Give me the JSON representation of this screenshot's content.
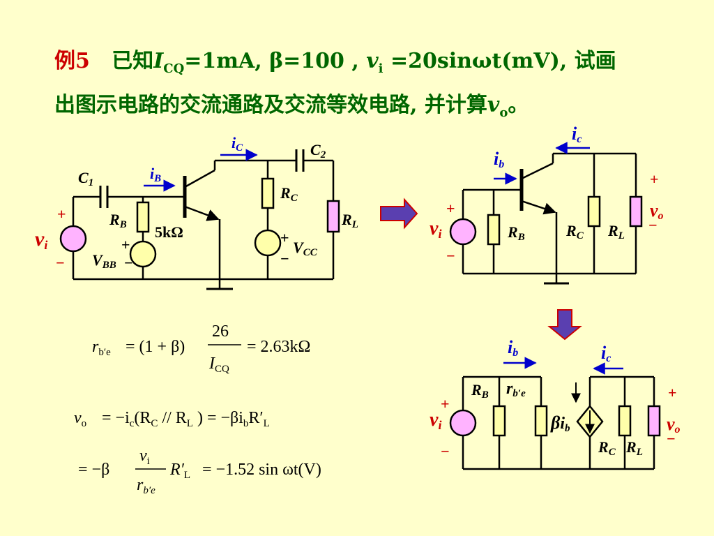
{
  "title": {
    "example": "例5",
    "prefix": "已知",
    "icq_sym": "I",
    "icq_sub": "CQ",
    "given": "=1mA, β=100 , ",
    "vi_sym": "v",
    "vi_sub": "i",
    "vi_expr": " =20sinωt(mV), 试画",
    "line2": "出图示电路的交流通路及交流等效电路, 并计算",
    "vo_sym": "v",
    "vo_sub": "o",
    "end": "。"
  },
  "circuit1": {
    "iC": "i",
    "iC_sub": "C",
    "C2": "C",
    "C2_sub": "2",
    "C1": "C",
    "C1_sub": "1",
    "iB": "i",
    "iB_sub": "B",
    "RB": "R",
    "RB_sub": "B",
    "RB_value": "5kΩ",
    "RC": "R",
    "RC_sub": "C",
    "RL": "R",
    "RL_sub": "L",
    "vi": "v",
    "vi_sub": "i",
    "plus": "+",
    "minus": "−",
    "VBB": "V",
    "VBB_sub": "BB",
    "VCC": "V",
    "VCC_sub": "CC"
  },
  "circuit2": {
    "ic": "i",
    "ic_sub": "c",
    "ib": "i",
    "ib_sub": "b",
    "vi": "v",
    "vi_sub": "i",
    "vo": "v",
    "vo_sub": "o",
    "RB": "R",
    "RB_sub": "B",
    "RC": "R",
    "RC_sub": "C",
    "RL": "R",
    "RL_sub": "L",
    "plus": "+",
    "minus": "−"
  },
  "circuit3": {
    "ib": "i",
    "ib_sub": "b",
    "ic": "i",
    "ic_sub": "c",
    "RB": "R",
    "RB_sub": "B",
    "rbe": "r",
    "rbe_sub": "b′e",
    "beta_ib": "β",
    "beta_ib_i": "i",
    "beta_ib_sub": "b",
    "RC": "R",
    "RC_sub": "C",
    "RL": "R",
    "RL_sub": "L",
    "vi": "v",
    "vi_sub": "i",
    "vo": "v",
    "vo_sub": "o",
    "plus": "+",
    "minus": "−"
  },
  "equations": {
    "eq1_lhs": "r",
    "eq1_lhs_sub": "b′e",
    "eq1_mid": "= (1 + β)",
    "eq1_num": "26",
    "eq1_den": "I",
    "eq1_den_sub": "CQ",
    "eq1_rhs": "= 2.63kΩ",
    "eq2_lhs": "v",
    "eq2_lhs_sub": "o",
    "eq2_a": "= −i",
    "eq2_a_sub": "c",
    "eq2_b": "(R",
    "eq2_b_sub": "C",
    "eq2_c": " // R",
    "eq2_c_sub": "L",
    "eq2_d": " ) = −βi",
    "eq2_d_sub": "b",
    "eq2_e": "R′",
    "eq2_e_sub": "L",
    "eq3_a": "= −β",
    "eq3_num": "v",
    "eq3_num_sub": "i",
    "eq3_den": "r",
    "eq3_den_sub": "b′e",
    "eq3_b": "R′",
    "eq3_b_sub": "L",
    "eq3_c": "= −1.52 sin ωt(V)"
  },
  "colors": {
    "title_green": "#006600",
    "example_red": "#cc0000",
    "current_blue": "#0000cc",
    "component_yellow": "#ffffaa",
    "component_pink": "#ffb3ff",
    "arrow_purple": "#5a3fb0",
    "arrow_red": "#cc0000",
    "background": "#ffffcc"
  }
}
